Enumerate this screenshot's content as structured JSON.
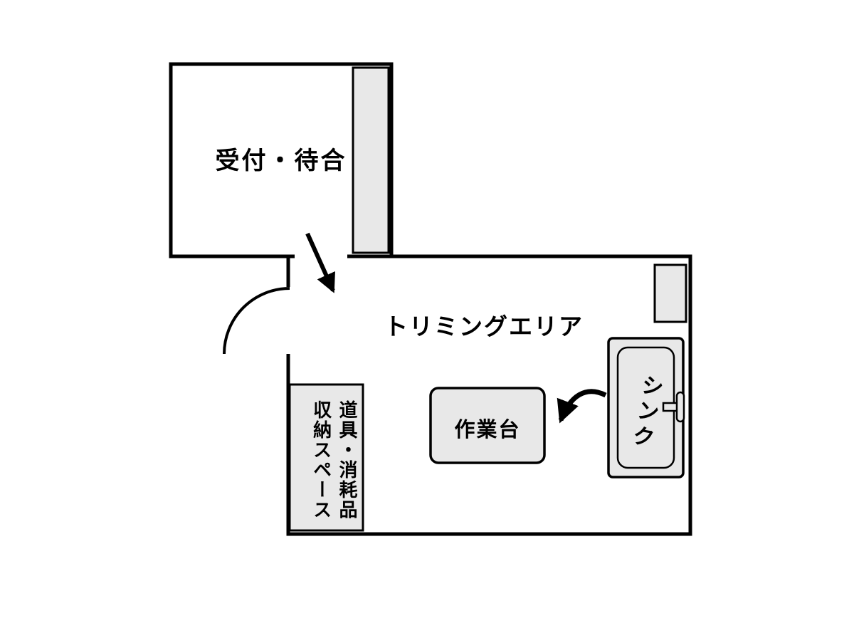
{
  "diagram": {
    "type": "floor-plan",
    "rooms": {
      "reception": {
        "label": "受付・待合"
      },
      "trimming_area": {
        "label": "トリミングエリア"
      }
    },
    "fixtures": {
      "work_table": {
        "label": "作業台"
      },
      "sink": {
        "label": "シンク"
      },
      "storage": {
        "label_line_1": "道具・消耗品",
        "label_line_2": "収納スペース"
      }
    }
  },
  "colors": {
    "background": "#ffffff",
    "wall-color": "#000000",
    "fixture-fill": "#e8e8e8"
  }
}
